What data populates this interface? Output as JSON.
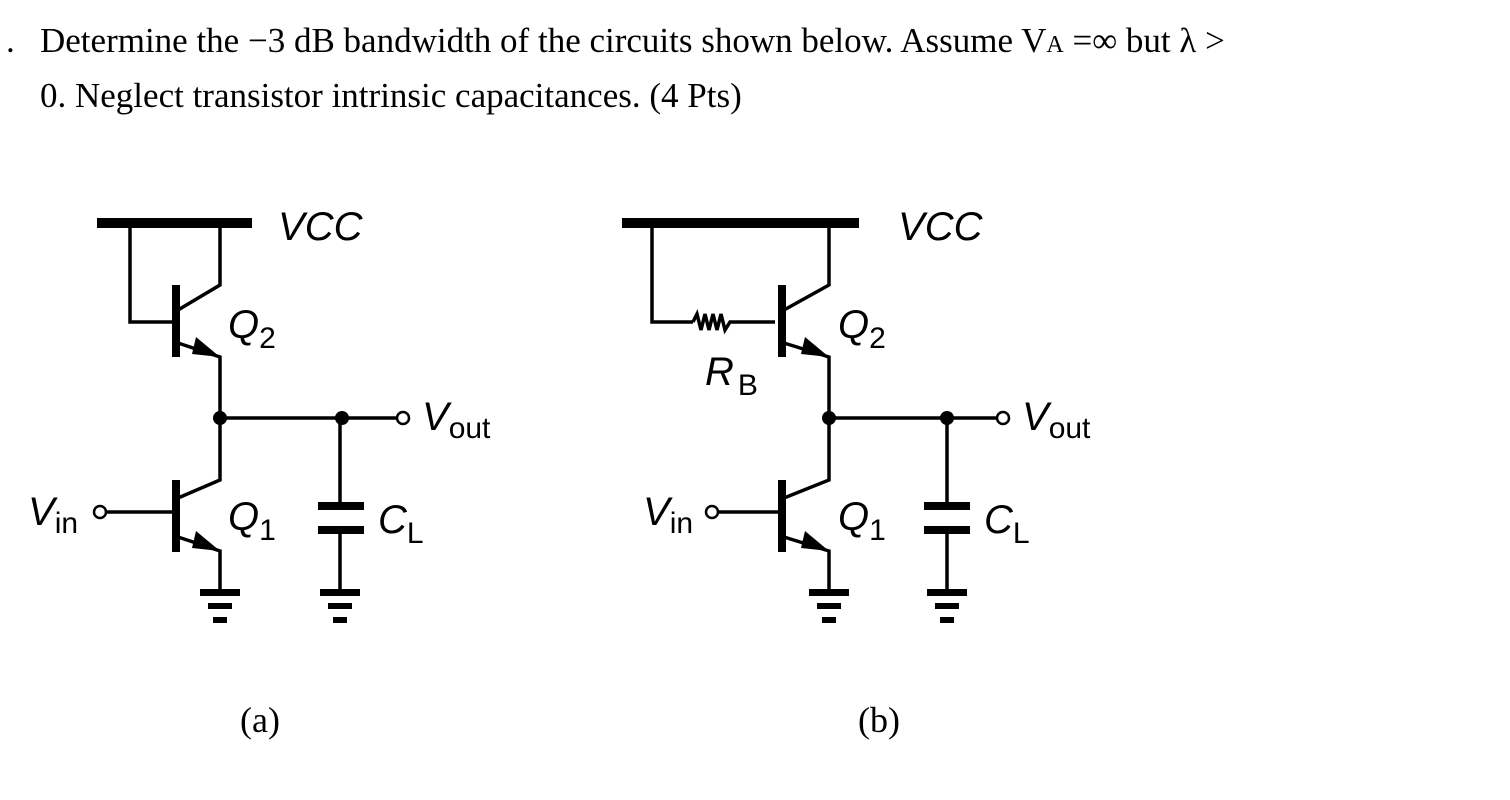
{
  "question": {
    "number_marker": ".",
    "line1": "Determine the −3 dB bandwidth of the circuits shown below. Assume V",
    "line1_sub": "A",
    "line1_end": " =∞ but λ >",
    "line2": "0. Neglect transistor intrinsic capacitances. (4 Pts)"
  },
  "circuit_a": {
    "vcc": "V",
    "vcc_sub": "CC",
    "q2": "Q",
    "q2_sub": "2",
    "q1": "Q",
    "q1_sub": "1",
    "vout": "V",
    "vout_sub": "out",
    "vin": "V",
    "vin_sub": "in",
    "cl": "C",
    "cl_sub": "L",
    "caption": "(a)"
  },
  "circuit_b": {
    "vcc": "V",
    "vcc_sub": "CC",
    "q2": "Q",
    "q2_sub": "2",
    "q1": "Q",
    "q1_sub": "1",
    "rb": "R",
    "rb_sub": "B",
    "vout": "V",
    "vout_sub": "out",
    "vin": "V",
    "vin_sub": "in",
    "cl": "C",
    "cl_sub": "L",
    "caption": "(b)"
  }
}
